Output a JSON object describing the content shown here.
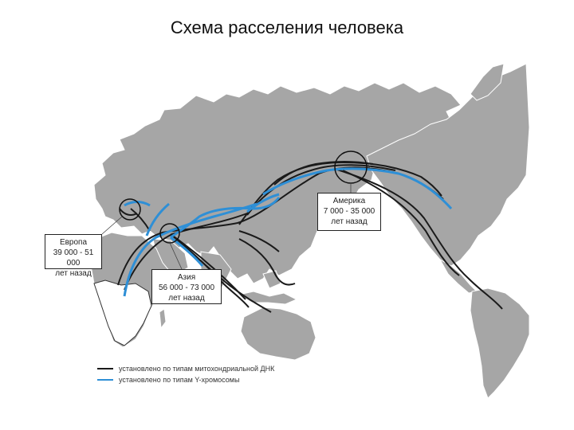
{
  "title": "Схема расселения человека",
  "colors": {
    "land": "#a6a6a6",
    "mtdna_route": "#1a1a1a",
    "ychrom_route": "#2e8fd6",
    "box_border": "#222222"
  },
  "regions": [
    {
      "name": "Европа",
      "lines": [
        "Европа",
        "39 000 - 51 000",
        "лет назад"
      ]
    },
    {
      "name": "Азия",
      "lines": [
        "Азия",
        "56 000 - 73 000",
        "лет назад"
      ]
    },
    {
      "name": "Америка",
      "lines": [
        "Америка",
        "7 000 - 35 000",
        "лет назад"
      ]
    }
  ],
  "legend": [
    {
      "label": "установлено по типам митохондриальной ДНК",
      "color": "#1a1a1a"
    },
    {
      "label": "установлено по типам Y-хромосомы",
      "color": "#2e8fd6"
    }
  ]
}
